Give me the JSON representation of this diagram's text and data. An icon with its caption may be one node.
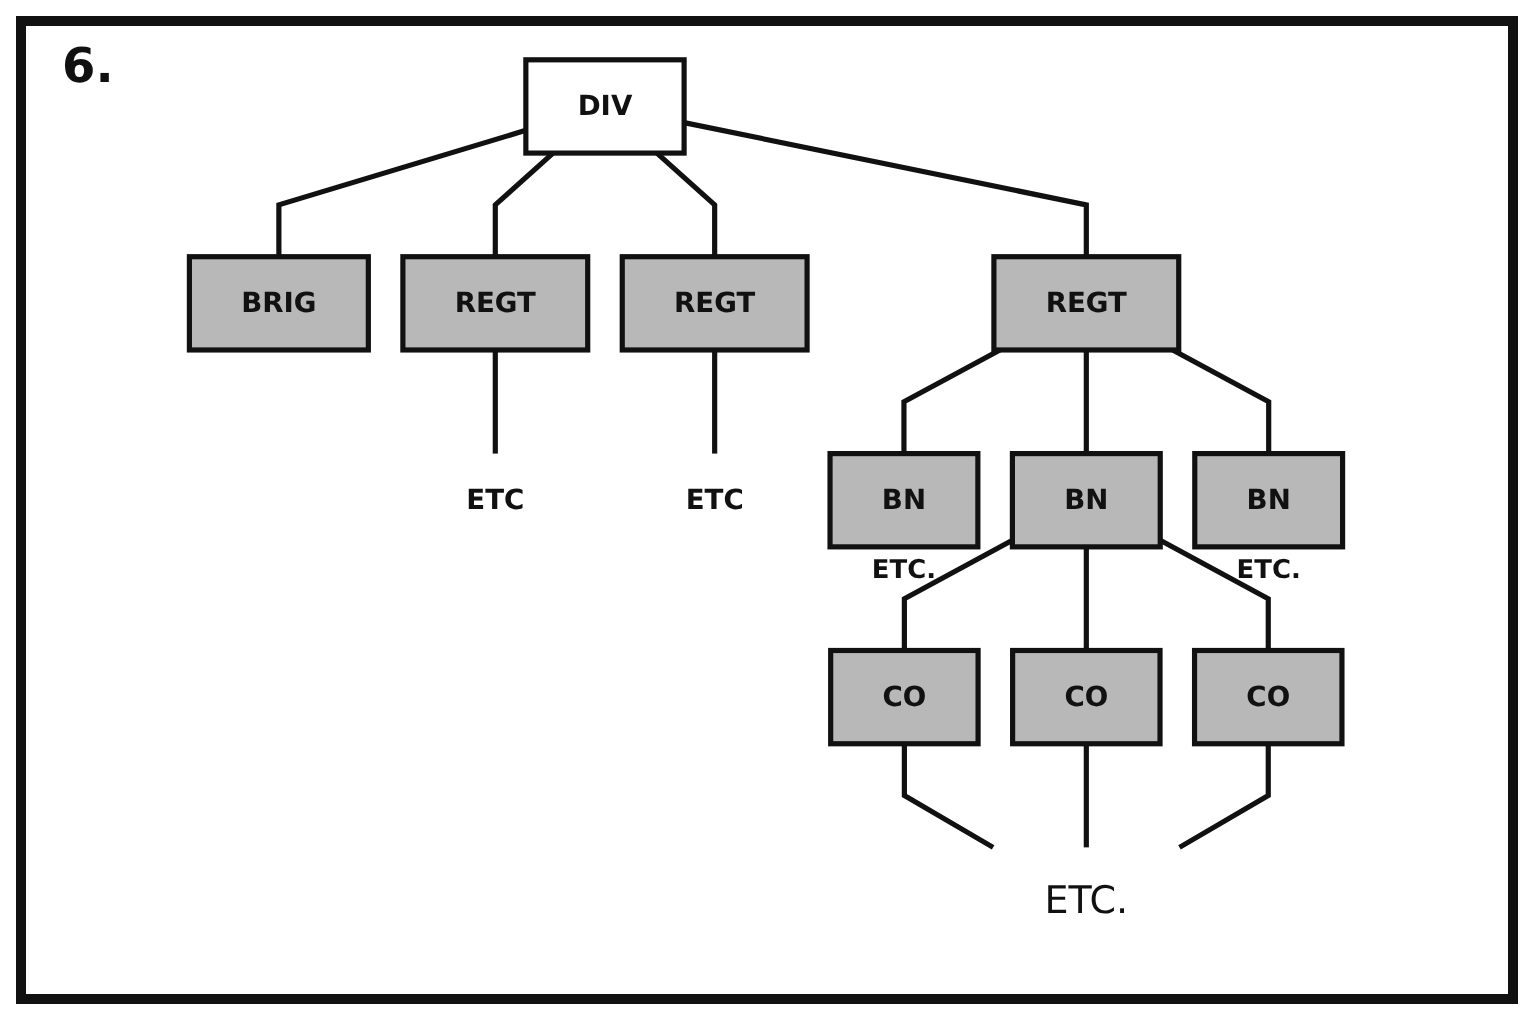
{
  "diagram": {
    "nodes": [
      {
        "text": [
          "DIV"
        ]
      },
      {
        "text": [
          "BRIG"
        ]
      },
      {
        "text": [
          "REGT"
        ]
      },
      {
        "text": [
          "REGT"
        ]
      },
      {
        "text": [
          "REGT"
        ]
      },
      {
        "text": [
          "ETC"
        ]
      },
      {
        "text": [
          "ETC"
        ]
      },
      {
        "text": [
          "BN"
        ],
        "beside": [
          "ETC."
        ]
      },
      {
        "text": [
          "BN"
        ]
      },
      {
        "text": [
          "BN"
        ],
        "beside": [
          "ETC."
        ]
      },
      {
        "text": [
          "CO"
        ]
      },
      {
        "text": [
          "CO"
        ]
      },
      {
        "text": [
          "CO"
        ]
      },
      {
        "text": [
          "ETC."
        ]
      }
    ],
    "edges": [
      {
        "from": 0,
        "to": 2,
        "arrow": "none"
      },
      {
        "from": 2,
        "to": 7,
        "arrow": "none"
      },
      {
        "from": 2,
        "to": 8,
        "arrow": "none"
      },
      {
        "from": 2,
        "to": 9,
        "arrow": "none"
      },
      {
        "from": 8,
        "to": 10,
        "arrow": "none"
      },
      {
        "from": 8,
        "to": 11,
        "arrow": "none"
      },
      {
        "from": 8,
        "to": 12,
        "arrow": "none"
      },
      {
        "from": 10,
        "to": 13,
        "arrow": "none"
      },
      {
        "from": 11,
        "to": 13,
        "arrow": "none"
      },
      {
        "from": 12,
        "to": 13,
        "arrow": "none"
      },
      {
        "from": 0,
        "to": 3,
        "arrow": "none"
      },
      {
        "from": 3,
        "to": 5,
        "arrow": "none"
      },
      {
        "from": 0,
        "to": 4,
        "arrow": "none"
      },
      {
        "from": 4,
        "to": 6,
        "arrow": "none"
      },
      {
        "from": 0,
        "to": 1,
        "arrow": "none"
      }
    ],
    "labels": [
      "6."
    ]
  }
}
